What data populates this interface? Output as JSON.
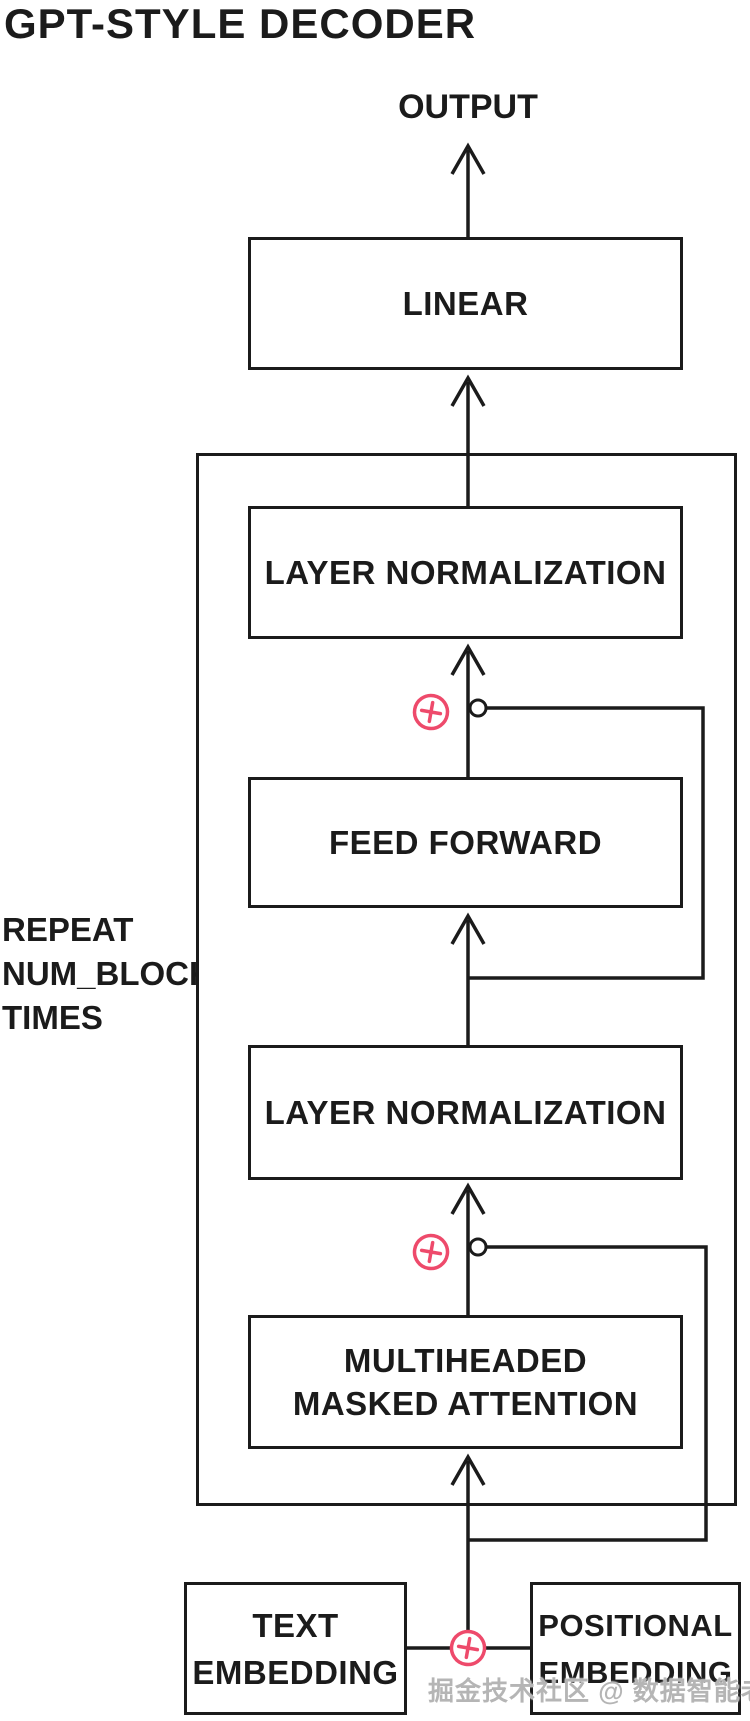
{
  "title": "GPT-STYLE DECODER",
  "diagram": {
    "output_label": "OUTPUT",
    "nodes": {
      "linear": "LINEAR",
      "layer_norm_top": "LAYER NORMALIZATION",
      "feed_forward": "FEED FORWARD",
      "layer_norm_mid": "LAYER NORMALIZATION",
      "attention_line1": "MULTIHEADED",
      "attention_line2": "MASKED ATTENTION",
      "text_embedding_line1": "TEXT",
      "text_embedding_line2": "EMBEDDING",
      "positional_embedding_line1": "POSITIONAL",
      "positional_embedding_line2": "EMBEDDING"
    },
    "repeat_label_line1": "REPEAT",
    "repeat_label_line2": "NUM_BLOCK",
    "repeat_label_line3": "TIMES",
    "operators": {
      "residual_add_icon": "circle-plus",
      "branch_junction_icon": "open-dot"
    },
    "colors": {
      "ink": "#1b1b1b",
      "accent_pink": "#ee4a6b",
      "background": "#ffffff",
      "watermark_gray": "#b5b5b5"
    }
  },
  "watermark": "掘金技术社区 @ 数据智能老司机"
}
